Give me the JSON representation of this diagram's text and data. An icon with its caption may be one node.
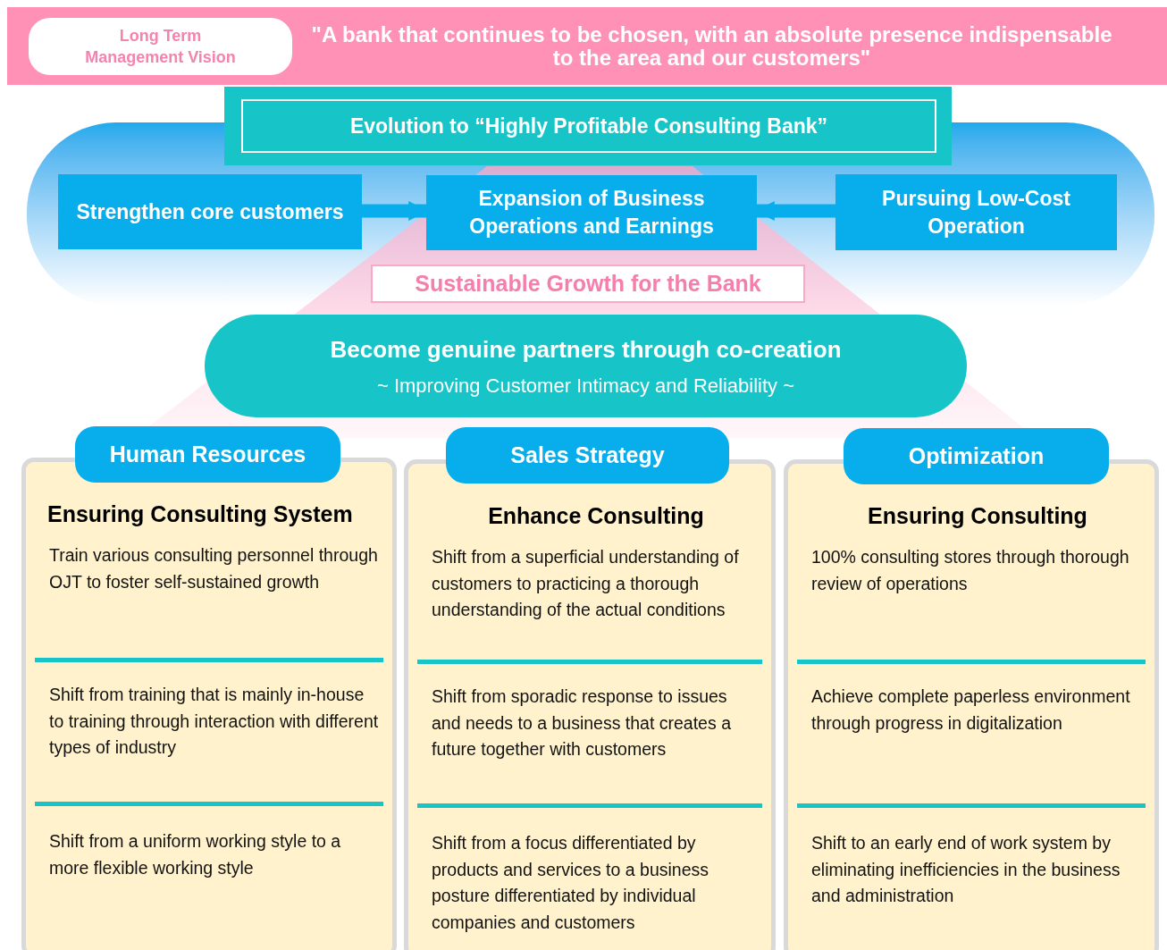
{
  "diagram": {
    "nodes": [
      {
        "text": [
          "\"A bank that continues to be chosen, with an absolute presence indispensable to the area and our customers\""
        ]
      },
      {
        "text": [
          "Long Term Management Vision"
        ],
        "in": 0
      },
      {
        "text": [
          "Evolution to “Highly Profitable Consulting Bank”"
        ]
      },
      {
        "text": [
          "Strengthen core customers"
        ]
      },
      {
        "text": [
          "Expansion of Business Operations and Earnings"
        ]
      },
      {
        "text": [
          "Pursuing Low-Cost Operation"
        ]
      },
      {
        "text": [
          "Sustainable Growth for the Bank"
        ]
      },
      {
        "text": [
          "Become genuine partners through co-creation",
          "~ Improving Customer Intimacy and Reliability ~"
        ]
      },
      {
        "text": [
          "Human Resources"
        ]
      },
      {
        "text": [
          "Ensuring Consulting System",
          "Train various consulting personnel through OJT to foster self-sustained growth",
          "Shift from training that is mainly in-house to training through interaction with different types of industry",
          "Shift from a uniform working style to a more flexible working style"
        ]
      },
      {
        "text": [
          "Sales Strategy"
        ]
      },
      {
        "text": [
          "Enhance Consulting",
          "Shift from a superficial understanding of customers to practicing a thorough understanding of the actual conditions",
          "Shift from sporadic response to issues and needs to a business that creates a future together with customers",
          "Shift from a focus differentiated by products and services to a business posture differentiated by individual companies and customers"
        ]
      },
      {
        "text": [
          "Optimization"
        ]
      },
      {
        "text": [
          "Ensuring Consulting",
          "100% consulting stores through thorough review of operations",
          "Achieve complete paperless environment through progress in digitalization",
          "Shift to an early end of work system by eliminating inefficiencies in the business and administration"
        ]
      }
    ],
    "edges": [
      {
        "from": 3,
        "to": 4,
        "arrow": "to"
      },
      {
        "from": 5,
        "to": 4,
        "arrow": "to"
      }
    ]
  }
}
